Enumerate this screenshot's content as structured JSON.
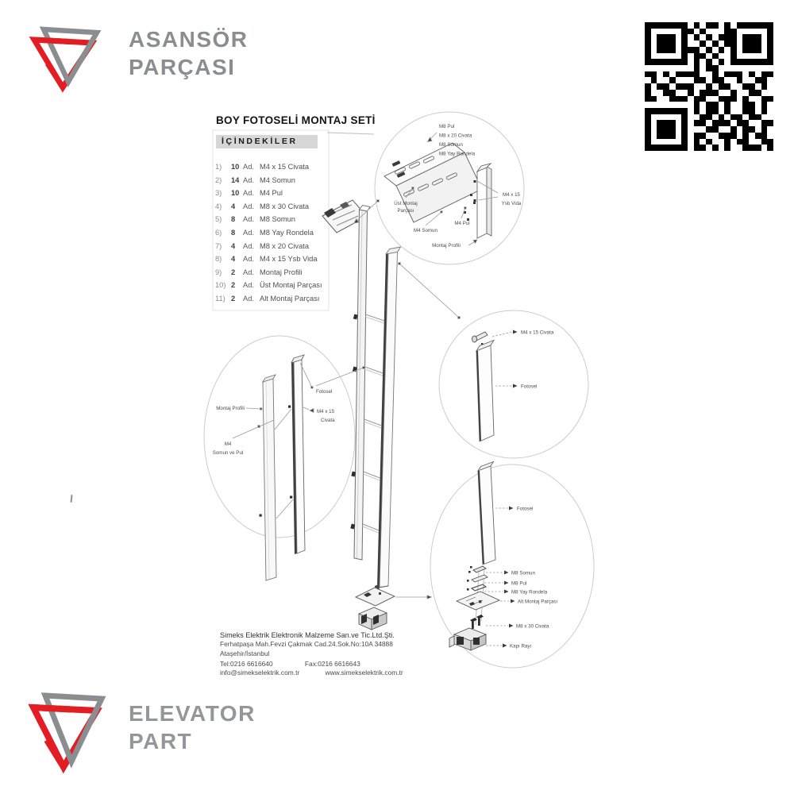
{
  "brand_top": {
    "line1": "ASANSÖR",
    "line2": "PARÇASI"
  },
  "brand_bottom": {
    "line1": "ELEVATOR",
    "line2": "PART"
  },
  "colors": {
    "brand_red": "#e21d24",
    "brand_gray": "#8b8e91",
    "bar_bg": "#d7d7d7",
    "line_gray": "#8c8c8c"
  },
  "qr": {
    "name": "qr-code",
    "modules": 21,
    "matrix": [
      "111111101011010111111",
      "100000110100011000001",
      "101110101010111011101",
      "101110100101011011101",
      "101110111010101011101",
      "100000101101001000001",
      "111111101010101111111",
      "000000001011000000000",
      "110101111001011101011",
      "010010001101100100110",
      "101101110010110011010",
      "100110010111001001100",
      "110011101100111010011",
      "000000001011010011010",
      "111111101011010011010",
      "100000100110101101100",
      "101110101101110110011",
      "101110100011001011010",
      "101110101100111010110",
      "100000101010010110011",
      "111111101101010011101"
    ]
  },
  "sheet": {
    "title": "BOY FOTOSELİ MONTAJ SETİ",
    "contents_header": "İÇİNDEKİLER",
    "items": [
      {
        "n": "1)",
        "qty": "10",
        "unit": "Ad.",
        "desc": "M4 x 15 Civata"
      },
      {
        "n": "2)",
        "qty": "14",
        "unit": "Ad.",
        "desc": "M4 Somun"
      },
      {
        "n": "3)",
        "qty": "10",
        "unit": "Ad.",
        "desc": "M4 Pul"
      },
      {
        "n": "4)",
        "qty": "4",
        "unit": "Ad.",
        "desc": "M8 x 30 Civata"
      },
      {
        "n": "5)",
        "qty": "8",
        "unit": "Ad.",
        "desc": "M8 Somun"
      },
      {
        "n": "6)",
        "qty": "8",
        "unit": "Ad.",
        "desc": "M8 Yay Rondela"
      },
      {
        "n": "7)",
        "qty": "4",
        "unit": "Ad.",
        "desc": "M8 x 20 Civata"
      },
      {
        "n": "8)",
        "qty": "4",
        "unit": "Ad.",
        "desc": "M4 x 15 Ysb Vida"
      },
      {
        "n": "9)",
        "qty": "2",
        "unit": "Ad.",
        "desc": "Montaj Profili"
      },
      {
        "n": "10)",
        "qty": "2",
        "unit": "Ad.",
        "desc": "Üst Montaj Parçası"
      },
      {
        "n": "11)",
        "qty": "2",
        "unit": "Ad.",
        "desc": "Alt Montaj Parçası"
      }
    ],
    "company": {
      "line1": "Simeks Elektrik Elektronik Malzeme San.ve Tic.Ltd.Şti.",
      "line2": "Ferhatpaşa Mah.Fevzi Çakmak Cad.24.Sok.No:10A 34888",
      "line3": "Ataşehir/İstanbul",
      "tel": "Tel:0216 6616640",
      "fax": "Fax:0216 6616643",
      "email": "info@simekselektrik.com.tr",
      "web": "www.simekselektrik.com.tr"
    }
  },
  "diagram": {
    "labels": {
      "tr_m8_pul": "M8 Pul",
      "tr_m8x20": "M8 x 20 Civata",
      "tr_m8_somun": "M8 Somun",
      "tr_m8_yay": "M8 Yay Rondela",
      "tr_ust1": "Üst Montaj",
      "tr_ust2": "Parçası",
      "tr_m4_somun": "M4 Somun",
      "tr_m4_pul": "M4 Pul",
      "tr_m4x15_1": "M4 x 15",
      "tr_m4x15_2": "Ysb Vida",
      "tr_montaj_profili": "Montaj Profili",
      "l_montaj_profili": "Montaj Profili",
      "l_fotosel": "Fotosel",
      "l_m4x15_1": "M4 x 15",
      "l_m4x15_2": "Civata",
      "l_m4_1": "M4",
      "l_m4_2": "Somun ve Pul",
      "mr_m4x15": "M4 x 15 Civata",
      "mr_fotosel": "Fotosel",
      "br_fotosel": "Fotosel",
      "br_m8_somun": "M8 Somun",
      "br_m8_pul": "M8 Pul",
      "br_m8_yay": "M8 Yay Rondela",
      "br_alt": "Alt Montaj Parçası",
      "br_m8x30": "M8 x 30 Civata",
      "br_kapi": "Kapı Rayı"
    }
  }
}
